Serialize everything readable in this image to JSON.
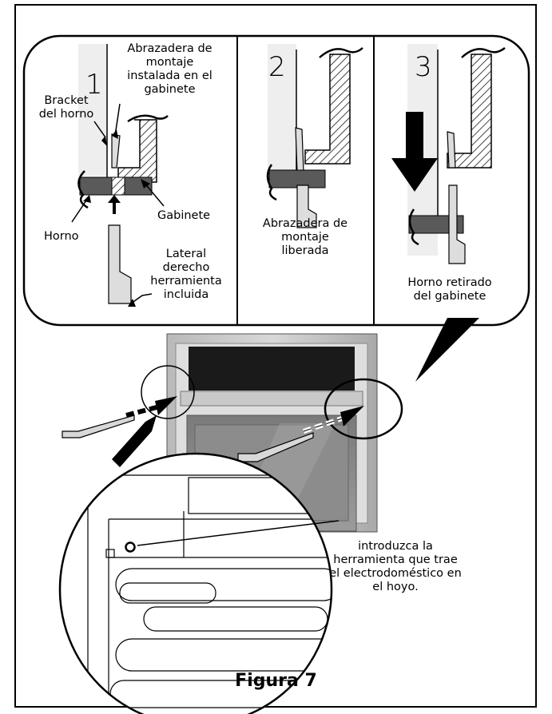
{
  "figure": {
    "caption": "Figura 7"
  },
  "panel1": {
    "step": "1",
    "labels": {
      "abrazadera_line1": "Abrazadera de",
      "abrazadera_line2": "montaje",
      "abrazadera_line3": "instalada en el",
      "abrazadera_line4": "gabinete",
      "bracket_line1": "Bracket",
      "bracket_line2": "del horno",
      "gabinete": "Gabinete",
      "horno": "Horno",
      "lateral_line1": "Lateral",
      "lateral_line2": "derecho",
      "lateral_line3": "herramienta",
      "lateral_line4": "incluida"
    }
  },
  "panel2": {
    "step": "2",
    "labels": {
      "line1": "Abrazadera de",
      "line2": "montaje",
      "line3": "liberada"
    }
  },
  "panel3": {
    "step": "3",
    "labels": {
      "line1": "Horno retirado",
      "line2": "del gabinete"
    }
  },
  "detail": {
    "instruction_line1": "introduzca la",
    "instruction_line2": "herramienta que trae",
    "instruction_line3": "el electrodoméstico en",
    "instruction_line4": "el hoyo."
  }
}
